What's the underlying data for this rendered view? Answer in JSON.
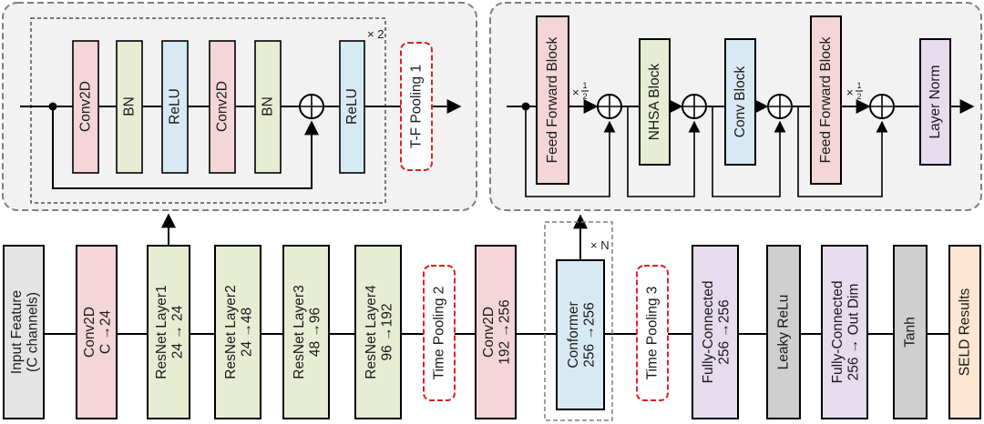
{
  "resnet_detail": {
    "blocks": [
      {
        "label": "Conv2D",
        "color": "#f4d6d8"
      },
      {
        "label": "BN",
        "color": "#e6edd3"
      },
      {
        "label": "ReLU",
        "color": "#d7eaf4"
      },
      {
        "label": "Conv2D",
        "color": "#f4d6d8"
      },
      {
        "label": "BN",
        "color": "#e6edd3"
      },
      {
        "label": "ReLU",
        "color": "#d7eaf4"
      }
    ],
    "repeat": "× 2",
    "pooling": "T-F Pooling 1",
    "sum_symbol": "adder-icon"
  },
  "conformer_detail": {
    "blocks": {
      "ff1": {
        "label": "Feed Forward Block",
        "color": "#f4d6d8"
      },
      "mhsa": {
        "label": "NHSA Block",
        "color": "#e6edd3"
      },
      "conv": {
        "label": "Conv Block",
        "color": "#d7eaf4"
      },
      "ff2": {
        "label": "Feed Forward Block",
        "color": "#f4d6d8"
      },
      "norm": {
        "label": "Layer Norm",
        "color": "#e6dcee"
      }
    },
    "scale_mult": "×",
    "scale_num": "1",
    "scale_den": "2"
  },
  "pipeline": {
    "blocks": [
      {
        "line1": "Input Feature",
        "line2": "(C channels)",
        "color": "#e4e4e4"
      },
      {
        "line1": "Conv2D",
        "line2": "C →24",
        "color": "#f4d6d8"
      },
      {
        "line1": "ResNet Layer1",
        "line2": "24 → 24",
        "color": "#e6edd3"
      },
      {
        "line1": "ResNet Layer2",
        "line2": "24 →48",
        "color": "#e6edd3"
      },
      {
        "line1": "ResNet Layer3",
        "line2": "48 →96",
        "color": "#e6edd3"
      },
      {
        "line1": "ResNet Layer4",
        "line2": "96 →192",
        "color": "#e6edd3"
      },
      {
        "line1": "Time Pooling 2",
        "line2": "",
        "color": "#ffffff"
      },
      {
        "line1": "Conv2D",
        "line2": "192 →256",
        "color": "#f4d6d8"
      },
      {
        "line1": "Conformer",
        "line2": "256 →256",
        "color": "#d7eaf4"
      },
      {
        "line1": "Time Pooling 3",
        "line2": "",
        "color": "#ffffff"
      },
      {
        "line1": "Fully-Connected",
        "line2": "256 →256",
        "color": "#e6dcee"
      },
      {
        "line1": "Leaky ReLu",
        "line2": "",
        "color": "#cfcfcf"
      },
      {
        "line1": "Fully-Connected",
        "line2": "256 → Out Dim",
        "color": "#e6dcee"
      },
      {
        "line1": "Tanh",
        "line2": "",
        "color": "#cfcfcf"
      },
      {
        "line1": "SELD Results",
        "line2": "",
        "color": "#fde6d2"
      }
    ],
    "conformer_repeat": "× N"
  },
  "colors": {
    "panel_fill": "#f2f2f2",
    "panel_border": "#7f7f7f",
    "pooling_border": "#e02020",
    "line": "#000000"
  }
}
